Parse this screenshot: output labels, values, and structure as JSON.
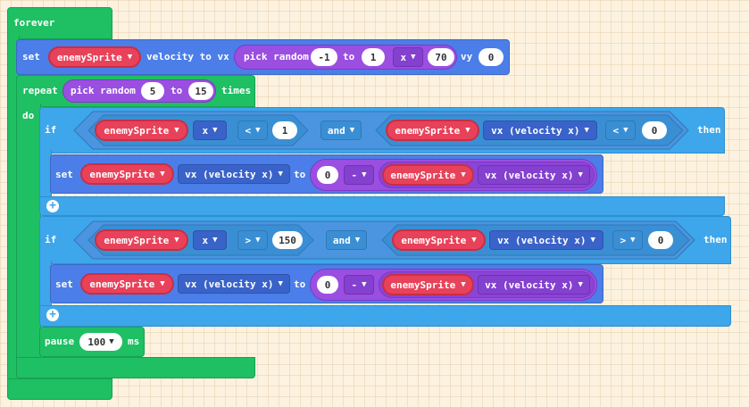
{
  "forever": {
    "label": "forever"
  },
  "set_velocity": {
    "set_label": "set",
    "sprite": "enemySprite",
    "velocity_label": "velocity to vx",
    "pick_random": "pick random",
    "from": "-1",
    "to_label": "to",
    "to": "1",
    "multiply": "x",
    "factor": "70",
    "vy_label": "vy",
    "vy": "0"
  },
  "repeat": {
    "label": "repeat",
    "pick_random": "pick random",
    "from": "5",
    "to_label": "to",
    "to": "15",
    "times_label": "times",
    "do_label": "do"
  },
  "if1": {
    "if_label": "if",
    "sprite_a": "enemySprite",
    "prop_a": "x",
    "op_a": "<",
    "val_a": "1",
    "and_label": "and",
    "sprite_b": "enemySprite",
    "prop_b": "vx (velocity x)",
    "op_b": "<",
    "val_b": "0",
    "then_label": "then",
    "set_label": "set",
    "set_sprite": "enemySprite",
    "set_prop": "vx (velocity x)",
    "to_label": "to",
    "minus_left": "0",
    "minus_op": "-",
    "minus_sprite": "enemySprite",
    "minus_prop": "vx (velocity x)"
  },
  "if2": {
    "if_label": "if",
    "sprite_a": "enemySprite",
    "prop_a": "x",
    "op_a": ">",
    "val_a": "150",
    "and_label": "and",
    "sprite_b": "enemySprite",
    "prop_b": "vx (velocity x)",
    "op_b": ">",
    "val_b": "0",
    "then_label": "then",
    "set_label": "set",
    "set_sprite": "enemySprite",
    "set_prop": "vx (velocity x)",
    "to_label": "to",
    "minus_left": "0",
    "minus_op": "-",
    "minus_sprite": "enemySprite",
    "minus_prop": "vx (velocity x)"
  },
  "pause": {
    "label": "pause",
    "value": "100",
    "unit": "ms"
  },
  "icons": {
    "dropdown": "▼",
    "add": "+"
  }
}
